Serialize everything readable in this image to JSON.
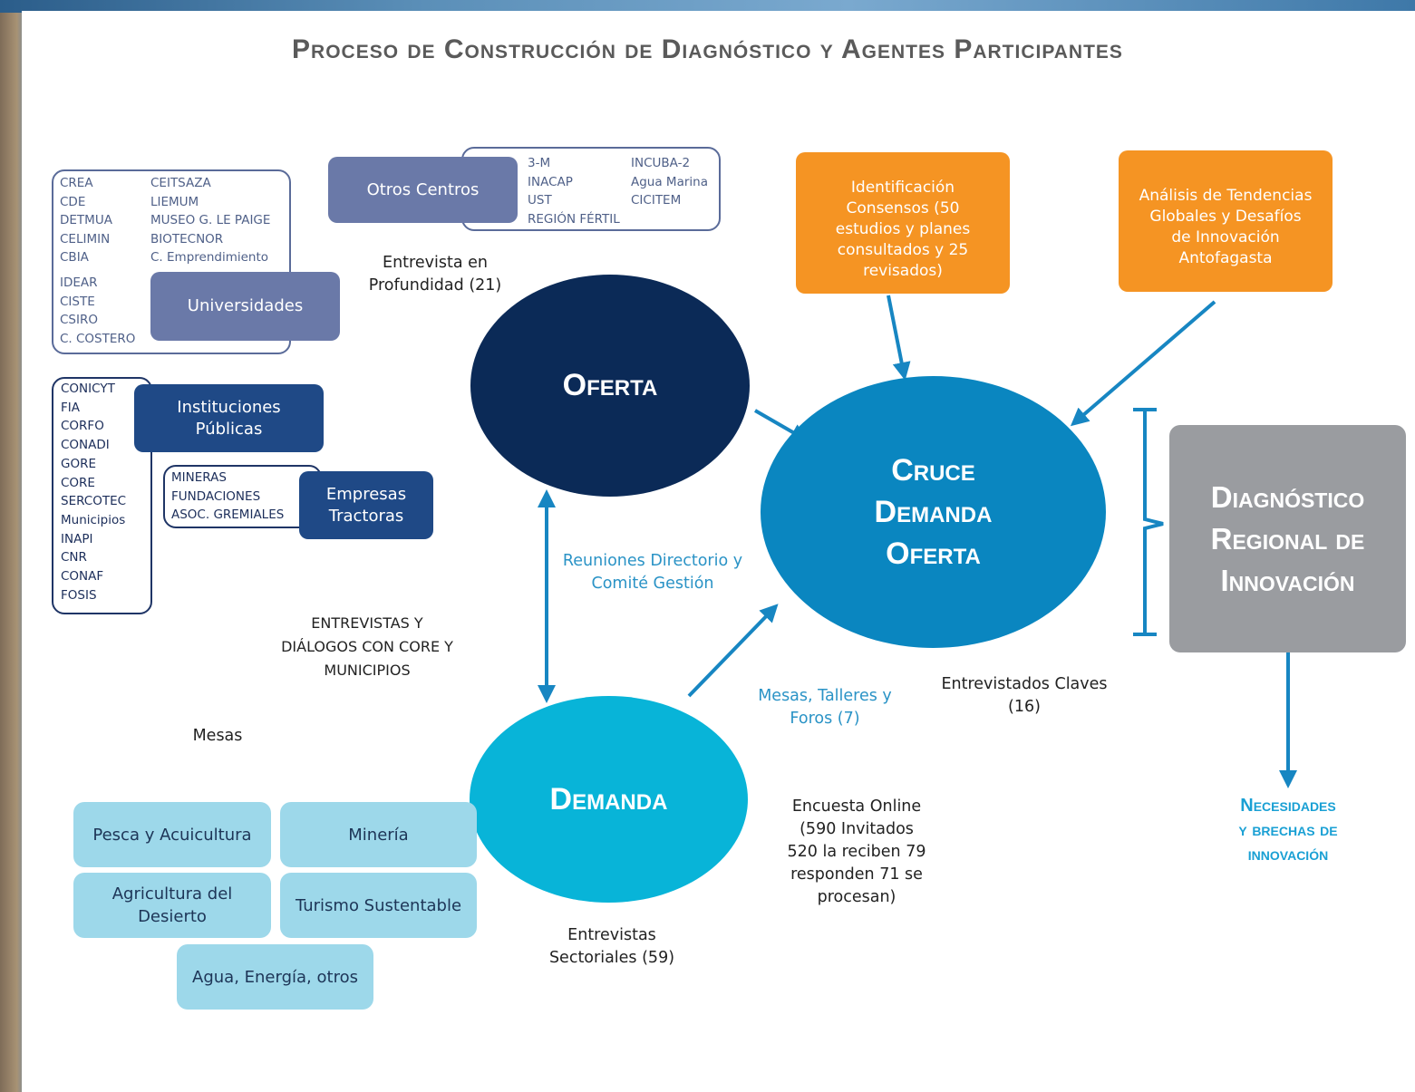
{
  "title": "Proceso de Construcción de Diagnóstico y Agentes Participantes",
  "otros_centros": {
    "label": "Otros Centros",
    "col1": [
      "3-M",
      "INACAP",
      "UST",
      "REGIÓN FÉRTIL"
    ],
    "col2": [
      "INCUBA-2",
      "Agua Marina",
      "CICITEM"
    ]
  },
  "universidades": {
    "label": "Universidades",
    "col1": [
      "CREA",
      "CDE",
      "DETMUA",
      "CELIMIN",
      "CBIA"
    ],
    "col1b": [
      "IDEAR",
      "CISTE",
      "CSIRO",
      "C. COSTERO"
    ],
    "col2": [
      "CEITSAZA",
      "LIEMUM",
      "MUSEO G. LE PAIGE",
      "BIOTECNOR",
      "C. Emprendimiento"
    ]
  },
  "instituciones": {
    "label_line1": "Instituciones",
    "label_line2": "Públicas",
    "items": [
      "CONICYT",
      "FIA",
      "CORFO",
      "CONADI",
      "GORE",
      "CORE",
      "SERCOTEC",
      "Municipios",
      "INAPI",
      "CNR",
      "CONAF",
      "FOSIS"
    ]
  },
  "empresas": {
    "label_line1": "Empresas",
    "label_line2": "Tractoras",
    "items": [
      "MINERAS",
      "FUNDACIONES",
      "ASOC. GREMIALES"
    ]
  },
  "entrevista_profundidad": [
    "Entrevista en",
    "Profundidad (21)"
  ],
  "oferta": "Oferta",
  "demanda": "Demanda",
  "cruce": [
    "Cruce",
    "Demanda",
    "Oferta"
  ],
  "identificacion": [
    "Identificación",
    "Consensos (50",
    "estudios y planes",
    "consultados y 25",
    "revisados)"
  ],
  "analisis": [
    "Análisis de Tendencias",
    "Globales y Desafíos",
    "de Innovación",
    "Antofagasta"
  ],
  "reuniones": [
    "Reuniones  Directorio y",
    "Comité Gestión"
  ],
  "mesas_talleres": [
    "Mesas, Talleres y",
    "Foros (7)"
  ],
  "entrevistados_claves": [
    "Entrevistados Claves",
    "(16)"
  ],
  "entrevistas_dialogos": [
    "ENTREVISTAS Y",
    "DIÁLOGOS CON CORE Y",
    "MUNICIPIOS"
  ],
  "mesas_label": "Mesas",
  "sectores": {
    "pesca": "Pesca y Acuicultura",
    "mineria": "Minería",
    "agricultura": [
      "Agricultura del",
      "Desierto"
    ],
    "turismo": "Turismo Sustentable",
    "agua": "Agua, Energía, otros"
  },
  "encuesta": [
    "Encuesta Online",
    "(590 Invitados",
    "520 la reciben 79",
    "responden 71 se",
    "procesan)"
  ],
  "entrevistas_sectoriales": [
    "Entrevistas",
    "Sectoriales (59)"
  ],
  "diagnostico": [
    "Diagnóstico",
    "Regional de",
    "Innovación"
  ],
  "necesidades": [
    "Necesidades",
    "y brechas de",
    "innovación"
  ],
  "colors": {
    "oferta": "#0b2a57",
    "demanda": "#08b4d8",
    "cruce": "#0a86c0",
    "orange": "#f59423",
    "arrow": "#1786c2",
    "gray": "#9a9ca0"
  }
}
